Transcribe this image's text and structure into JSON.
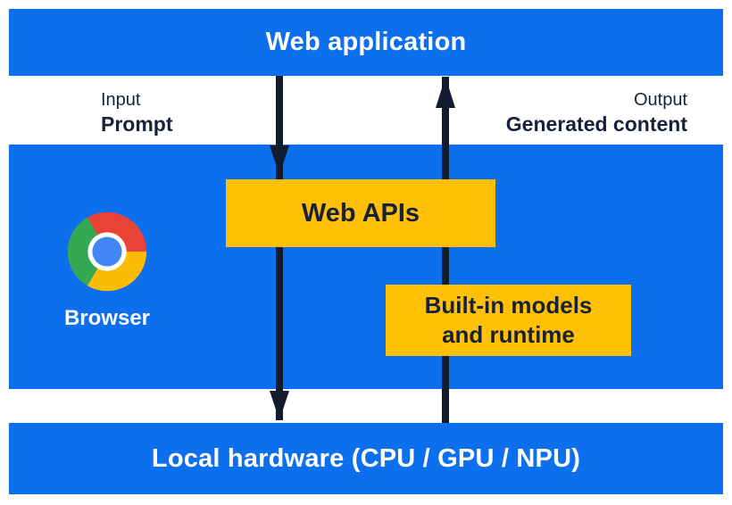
{
  "colors": {
    "blue": "#0b6fee",
    "yellow": "#ffc005",
    "navy": "#18213a",
    "arrow": "#131c2e",
    "chrome-red": "#ea4335",
    "chrome-yellow": "#fbbc05",
    "chrome-green": "#34a853",
    "chrome-blue": "#4285f4"
  },
  "top_bar": {
    "label": "Web application"
  },
  "io": {
    "input_title": "Input",
    "input_value": "Prompt",
    "output_title": "Output",
    "output_value": "Generated content"
  },
  "browser": {
    "label": "Browser",
    "logo_icon": "chrome-logo"
  },
  "boxes": {
    "web_apis_label": "Web APIs",
    "builtin_line1": "Built-in models",
    "builtin_line2": "and runtime"
  },
  "bottom_bar": {
    "label": "Local hardware (CPU / GPU / NPU)"
  },
  "arrows": {
    "down_meaning": "prompt flows from web application through Web APIs to local hardware",
    "up_meaning": "generated content flows from local hardware through built-in models and runtime to web application"
  }
}
